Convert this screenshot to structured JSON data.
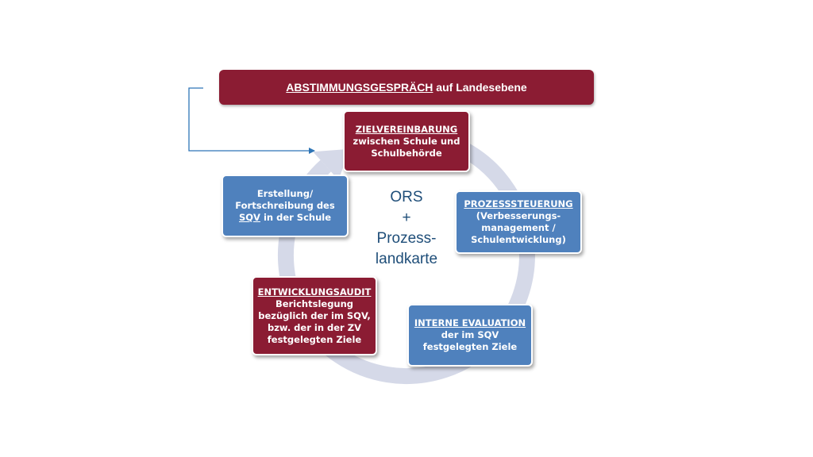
{
  "colors": {
    "red": "#8b1c33",
    "blue": "#4f81bd",
    "cycle_arrow": "#d5d9e8",
    "feedback_arrow": "#2e75b6",
    "center_text": "#1f4e79"
  },
  "banner": {
    "underlined": "ABSTIMMUNGSGESPRÄCH",
    "rest": " auf Landesebene"
  },
  "center": {
    "line1": "ORS",
    "line2": "+",
    "line3": "Prozess-",
    "line4": "landkarte"
  },
  "steps": {
    "zielvereinbarung": {
      "title": "ZIELVEREINBARUNG",
      "line1": "zwischen Schule und",
      "line2": "Schulbehörde"
    },
    "prozesssteuerung": {
      "title": "PROZESSSTEUERUNG",
      "line1": "(Verbesserungs-",
      "line2": "management /",
      "line3": "Schulentwicklung)"
    },
    "interne_evaluation": {
      "title": "INTERNE EVALUATION",
      "line1": "der im SQV",
      "line2": "festgelegten Ziele"
    },
    "entwicklungsaudit": {
      "title": "ENTWICKLUNGSAUDIT",
      "line1": "Berichtslegung",
      "line2": "bezüglich der im SQV,",
      "line3": "bzw. der in der ZV",
      "line4": "festgelegten Ziele"
    },
    "erstellung": {
      "line1": "Erstellung/",
      "line2": "Fortschreibung des",
      "line3_underlined": "SQV",
      "line3_rest": " in der Schule"
    }
  }
}
